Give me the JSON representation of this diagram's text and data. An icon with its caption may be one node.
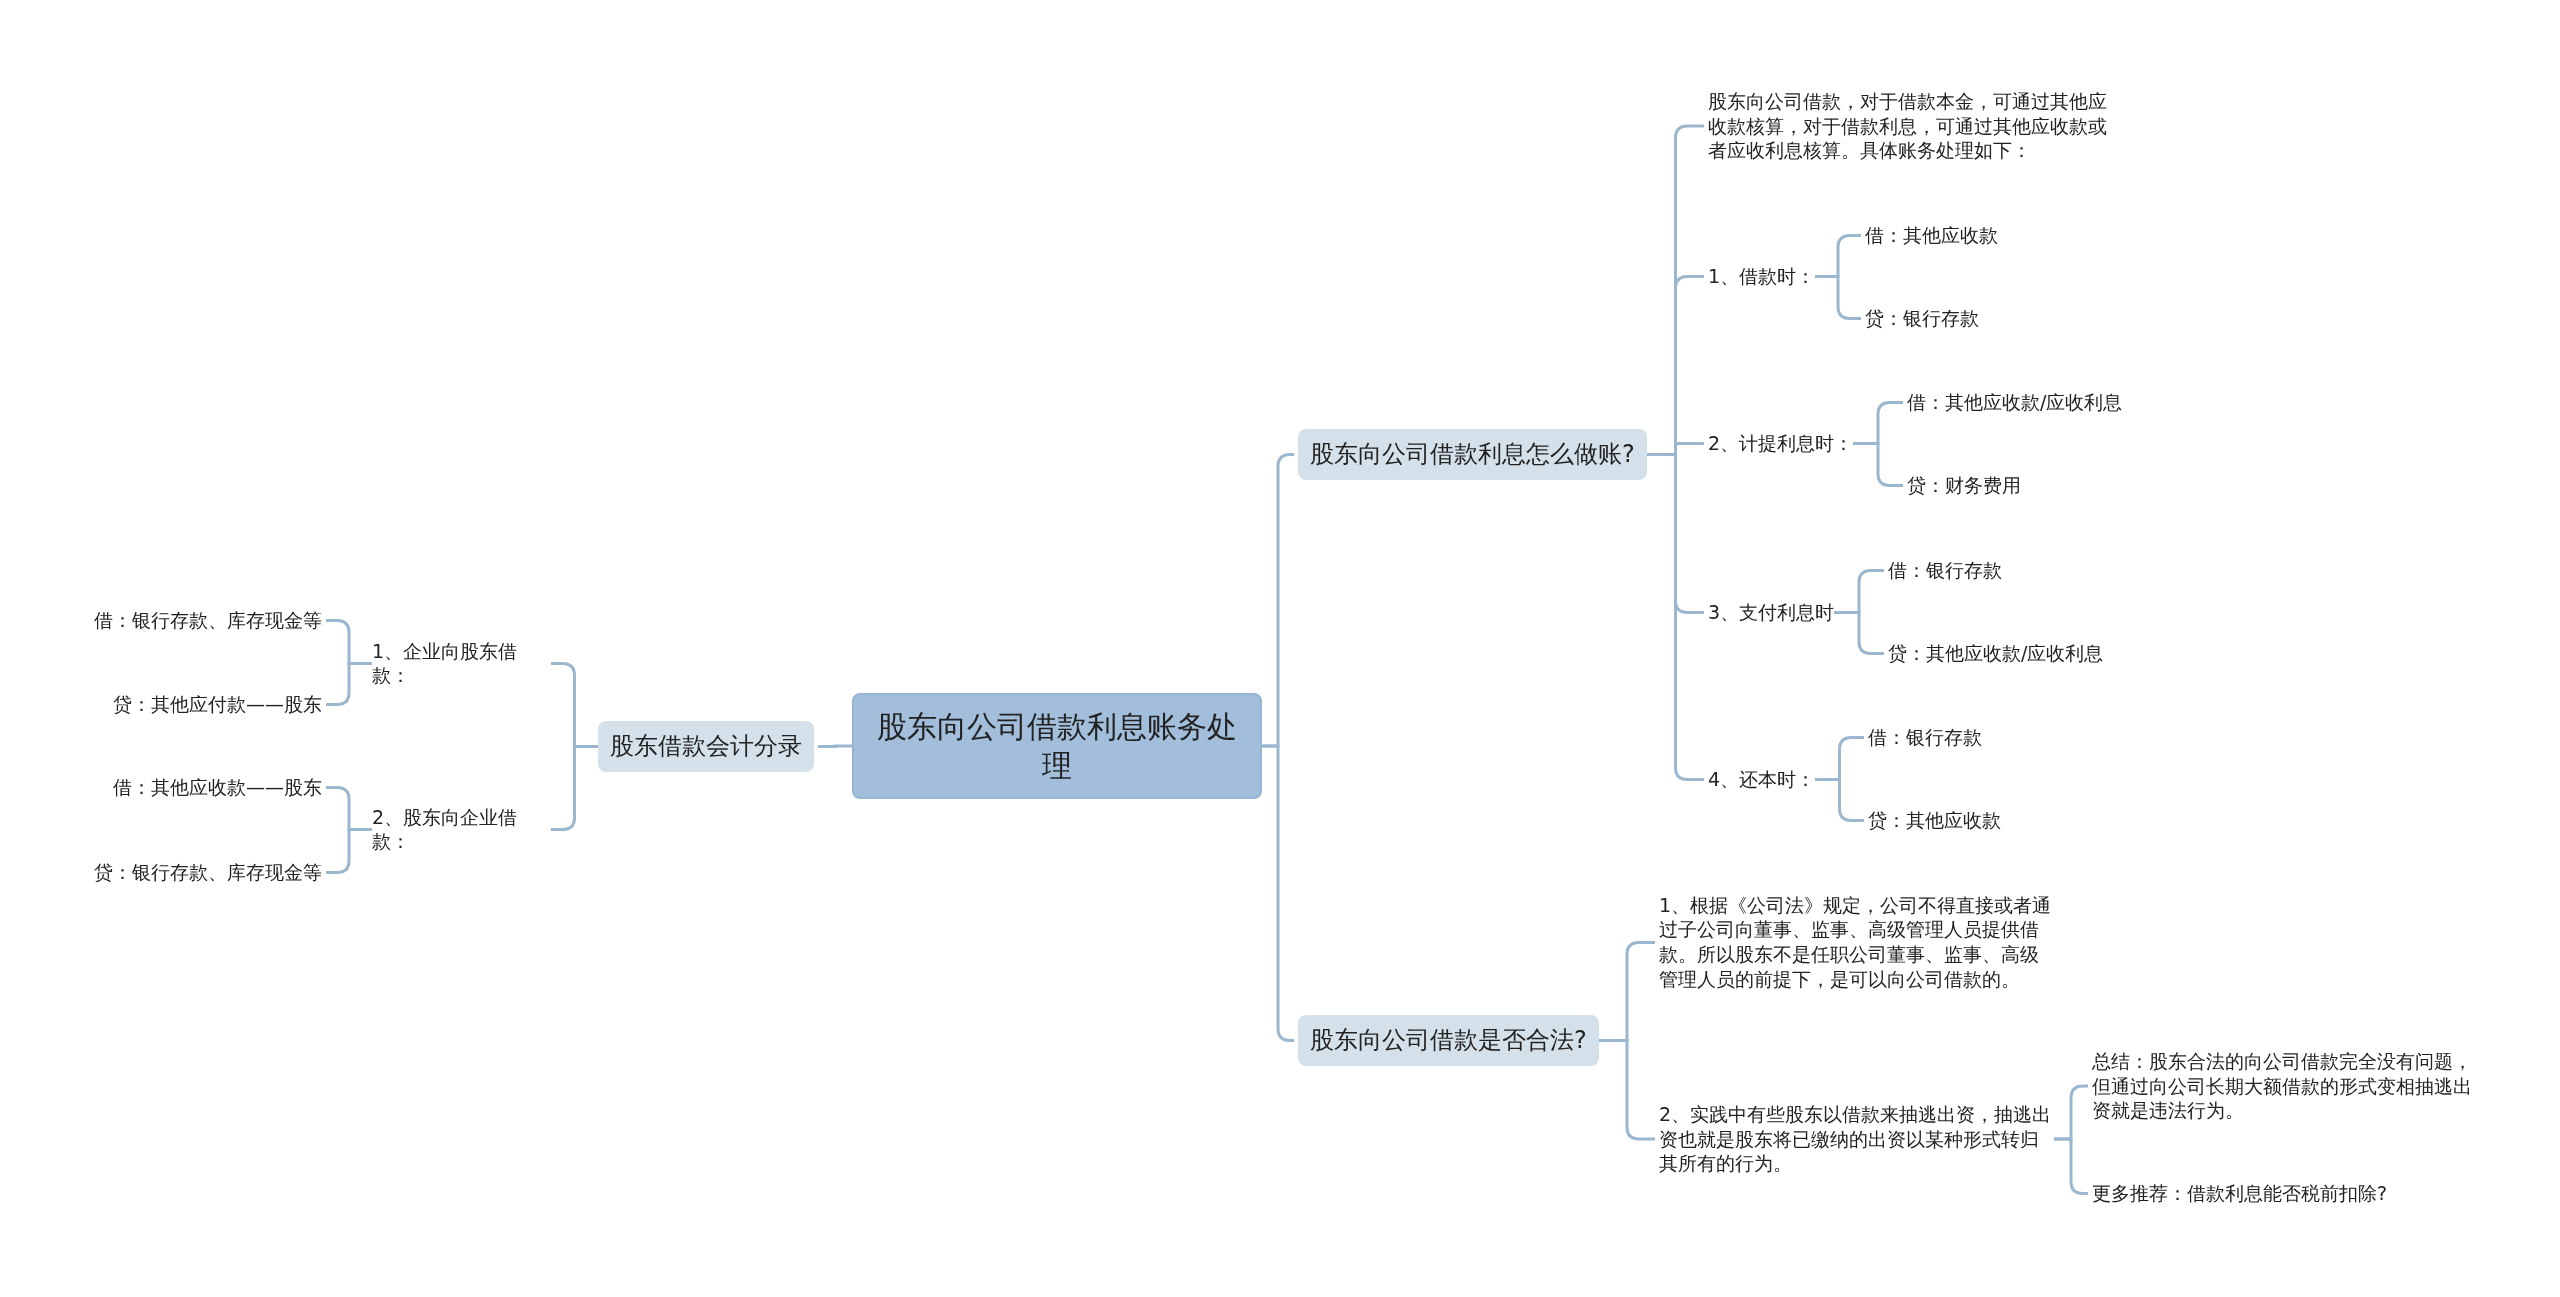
{
  "diagram": {
    "nodes": [
      {
        "text": [
          "股东向公司借款利息账务处理"
        ]
      },
      {
        "text": [
          "股东借款会计分录"
        ]
      },
      {
        "text": [
          "1、企业向股东借款："
        ]
      },
      {
        "text": [
          "借：银行存款、库存现金等"
        ]
      },
      {
        "text": [
          "贷：其他应付款——股东"
        ]
      },
      {
        "text": [
          "2、股东向企业借款："
        ]
      },
      {
        "text": [
          "借：其他应收款——股东"
        ]
      },
      {
        "text": [
          "贷：银行存款、库存现金等"
        ]
      },
      {
        "text": [
          "股东向公司借款利息怎么做账?"
        ]
      },
      {
        "text": [
          "股东向公司借款，对于借款本金，可通过其他应收款核算，对于借款利息，可通过其他应收款或者应收利息核算。具体账务处理如下："
        ]
      },
      {
        "text": [
          "1、借款时："
        ]
      },
      {
        "text": [
          "借：其他应收款"
        ]
      },
      {
        "text": [
          "贷：银行存款"
        ]
      },
      {
        "text": [
          "2、计提利息时："
        ]
      },
      {
        "text": [
          "借：其他应收款/应收利息"
        ]
      },
      {
        "text": [
          "贷：财务费用"
        ]
      },
      {
        "text": [
          "3、支付利息时"
        ]
      },
      {
        "text": [
          "借：银行存款"
        ]
      },
      {
        "text": [
          "贷：其他应收款/应收利息"
        ]
      },
      {
        "text": [
          "4、还本时："
        ]
      },
      {
        "text": [
          "借：银行存款"
        ]
      },
      {
        "text": [
          "贷：其他应收款"
        ]
      },
      {
        "text": [
          "股东向公司借款是否合法?"
        ]
      },
      {
        "text": [
          "1、根据《公司法》规定，公司不得直接或者通过子公司向董事、监事、高级管理人员提供借款。所以股东不是任职公司董事、监事、高级管理人员的前提下，是可以向公司借款的。"
        ]
      },
      {
        "text": [
          "2、实践中有些股东以借款来抽逃出资，抽逃出资也就是股东将已缴纳的出资以某种形式转归其所有的行为。"
        ]
      },
      {
        "text": [
          "总结：股东合法的向公司借款完全没有问题，但通过向公司长期大额借款的形式变相抽逃出资就是违法行为。"
        ]
      },
      {
        "text": [
          "更多推荐：借款利息能否税前扣除?"
        ]
      }
    ],
    "edges": [
      {
        "from": 0,
        "to": 1,
        "arrow": "none"
      },
      {
        "from": 1,
        "to": 2,
        "arrow": "none"
      },
      {
        "from": 1,
        "to": 5,
        "arrow": "none"
      },
      {
        "from": 2,
        "to": 3,
        "arrow": "none"
      },
      {
        "from": 2,
        "to": 4,
        "arrow": "none"
      },
      {
        "from": 5,
        "to": 6,
        "arrow": "none"
      },
      {
        "from": 5,
        "to": 7,
        "arrow": "none"
      },
      {
        "from": 0,
        "to": 8,
        "arrow": "none"
      },
      {
        "from": 0,
        "to": 22,
        "arrow": "none"
      },
      {
        "from": 8,
        "to": 9,
        "arrow": "none"
      },
      {
        "from": 8,
        "to": 10,
        "arrow": "none"
      },
      {
        "from": 8,
        "to": 13,
        "arrow": "none"
      },
      {
        "from": 8,
        "to": 16,
        "arrow": "none"
      },
      {
        "from": 8,
        "to": 19,
        "arrow": "none"
      },
      {
        "from": 10,
        "to": 11,
        "arrow": "none"
      },
      {
        "from": 10,
        "to": 12,
        "arrow": "none"
      },
      {
        "from": 13,
        "to": 14,
        "arrow": "none"
      },
      {
        "from": 13,
        "to": 15,
        "arrow": "none"
      },
      {
        "from": 16,
        "to": 17,
        "arrow": "none"
      },
      {
        "from": 16,
        "to": 18,
        "arrow": "none"
      },
      {
        "from": 19,
        "to": 20,
        "arrow": "none"
      },
      {
        "from": 19,
        "to": 21,
        "arrow": "none"
      },
      {
        "from": 22,
        "to": 23,
        "arrow": "none"
      },
      {
        "from": 22,
        "to": 24,
        "arrow": "none"
      },
      {
        "from": 24,
        "to": 25,
        "arrow": "none"
      },
      {
        "from": 24,
        "to": 26,
        "arrow": "none"
      }
    ]
  }
}
